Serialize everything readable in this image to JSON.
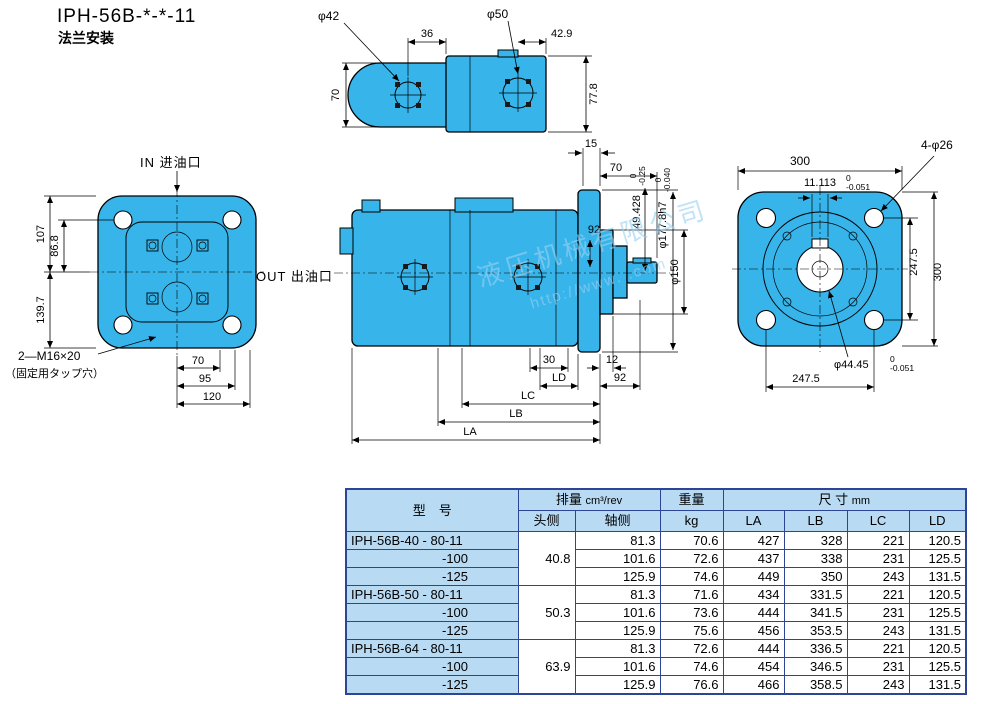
{
  "title": "IPH-56B-*-*-11",
  "subtitle": "法兰安装",
  "colors": {
    "pump_fill": "#37b4e9",
    "table_border": "#2e4596",
    "table_header_bg": "#b9daf3",
    "watermark": "#9ad2f2"
  },
  "drawing": {
    "top_view": {
      "dia42": "φ42",
      "dim36": "36",
      "dia50": "φ50",
      "dim429": "42.9",
      "dim70": "70",
      "dim778": "77.8"
    },
    "front_view": {
      "port_in": "IN 进油口",
      "dim107": "107",
      "dim868": "86.8",
      "dim1397": "139.7",
      "tap_label": "2—M16×20",
      "tap_note": "（固定用タップ穴）",
      "dim70": "70",
      "dim95": "95",
      "dim120": "120"
    },
    "side_view": {
      "port_out": "OUT 出油口",
      "dim15": "15",
      "dim70": "70",
      "dim49428": "49.428",
      "dim49428_tol_hi": "0",
      "dim49428_tol_lo": "-0.25",
      "dia1778": "φ177.8h7",
      "dia1778_tol_hi": "0",
      "dia1778_tol_lo": "-0.040",
      "dim92a": "92",
      "dia150": "φ150",
      "dim30": "30",
      "dim12": "12",
      "dimLD": "LD",
      "dim92b": "92",
      "dimLC": "LC",
      "dimLB": "LB",
      "dimLA": "LA"
    },
    "flange_view": {
      "dim300top": "300",
      "holes": "4-φ26",
      "dim11113": "11.113",
      "dim11113_tol_hi": "0",
      "dim11113_tol_lo": "-0.051",
      "dim2475r": "247.5",
      "dim300r": "300",
      "dia4445": "φ44.45",
      "dia4445_tol_hi": "0",
      "dia4445_tol_lo": "-0.051",
      "dim2475b": "247.5"
    },
    "watermark": {
      "line1": "液压机械有限公司",
      "line2": "http://www.        .com"
    }
  },
  "table": {
    "headers": {
      "model": "型　号",
      "displacement": "排量",
      "displacement_unit": "cm³/rev",
      "head_side": "头侧",
      "shaft_side": "轴侧",
      "weight": "重量",
      "weight_unit": "kg",
      "size": "尺 寸",
      "size_unit": "mm",
      "la": "LA",
      "lb": "LB",
      "lc": "LC",
      "ld": "LD"
    },
    "groups": [
      {
        "head": "40.8",
        "rows": [
          {
            "model": "IPH-56B-40 - 80-11",
            "shaft": "81.3",
            "kg": "70.6",
            "la": "427",
            "lb": "328",
            "lc": "221",
            "ld": "120.5"
          },
          {
            "model": "-100",
            "shaft": "101.6",
            "kg": "72.6",
            "la": "437",
            "lb": "338",
            "lc": "231",
            "ld": "125.5"
          },
          {
            "model": "-125",
            "shaft": "125.9",
            "kg": "74.6",
            "la": "449",
            "lb": "350",
            "lc": "243",
            "ld": "131.5"
          }
        ]
      },
      {
        "head": "50.3",
        "rows": [
          {
            "model": "IPH-56B-50 - 80-11",
            "shaft": "81.3",
            "kg": "71.6",
            "la": "434",
            "lb": "331.5",
            "lc": "221",
            "ld": "120.5"
          },
          {
            "model": "-100",
            "shaft": "101.6",
            "kg": "73.6",
            "la": "444",
            "lb": "341.5",
            "lc": "231",
            "ld": "125.5"
          },
          {
            "model": "-125",
            "shaft": "125.9",
            "kg": "75.6",
            "la": "456",
            "lb": "353.5",
            "lc": "243",
            "ld": "131.5"
          }
        ]
      },
      {
        "head": "63.9",
        "rows": [
          {
            "model": "IPH-56B-64 - 80-11",
            "shaft": "81.3",
            "kg": "72.6",
            "la": "444",
            "lb": "336.5",
            "lc": "221",
            "ld": "120.5"
          },
          {
            "model": "-100",
            "shaft": "101.6",
            "kg": "74.6",
            "la": "454",
            "lb": "346.5",
            "lc": "231",
            "ld": "125.5"
          },
          {
            "model": "-125",
            "shaft": "125.9",
            "kg": "76.6",
            "la": "466",
            "lb": "358.5",
            "lc": "243",
            "ld": "131.5"
          }
        ]
      }
    ]
  }
}
